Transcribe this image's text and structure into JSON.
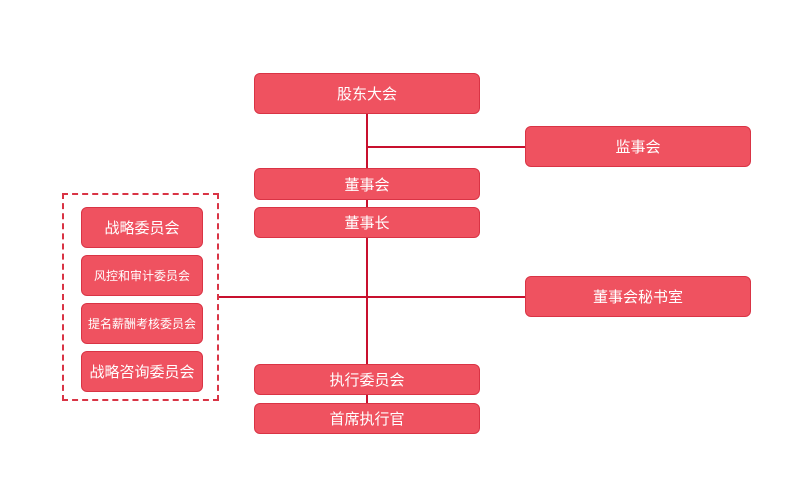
{
  "org_chart": {
    "shareholders_meeting": "股东大会",
    "supervisory_board": "监事会",
    "board_of_directors": "董事会",
    "chairman": "董事长",
    "board_secretary_office": "董事会秘书室",
    "executive_committee": "执行委员会",
    "ceo": "首席执行官",
    "committees": [
      "战略委员会",
      "风控和审计委员会",
      "提名薪酬考核委员会",
      "战略咨询委员会"
    ]
  },
  "colors": {
    "node_fill": "#ef5260",
    "node_border": "#d93445",
    "connector": "#c8102e"
  }
}
